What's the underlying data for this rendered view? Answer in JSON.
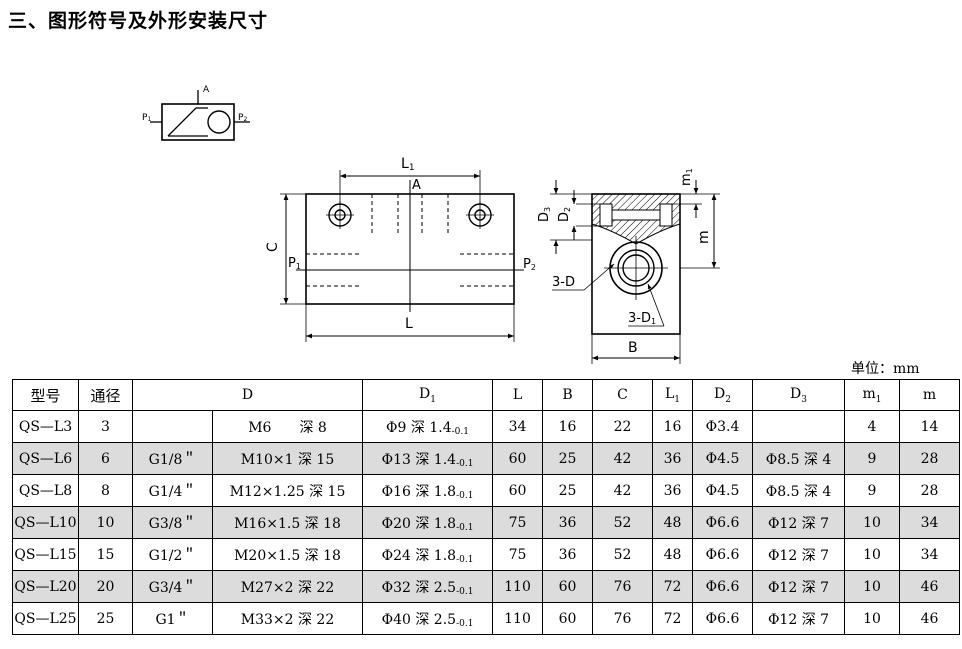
{
  "heading": "三、图形符号及外形安装尺寸",
  "unit": "单位：mm",
  "symbol_labels": {
    "a": "A",
    "p1": "P",
    "p1_sub": "1",
    "p2": "P",
    "p2_sub": "2"
  },
  "front_labels": {
    "l1": "L",
    "l1_sub": "1",
    "a": "A",
    "c": "C",
    "p1": "P",
    "p1_sub": "1",
    "p2": "P",
    "p2_sub": "2",
    "l": "L"
  },
  "side_labels": {
    "m1": "m",
    "m1_sub": "1",
    "d3": "D",
    "d3_sub": "3",
    "d2": "D",
    "d2_sub": "2",
    "m": "m",
    "d": "3-D",
    "d1": "3-D",
    "d1_sub": "1",
    "b": "B"
  },
  "table": {
    "headers": {
      "model": "型号",
      "bore": "通径",
      "d": "D",
      "d1": "D",
      "d1_sub": "1",
      "l": "L",
      "b": "B",
      "c": "C",
      "l1": "L",
      "l1_sub": "1",
      "d2": "D",
      "d2_sub": "2",
      "d3": "D",
      "d3_sub": "3",
      "m1": "m",
      "m1_sub": "1",
      "m": "m"
    },
    "rows": [
      {
        "model": "QS—L3",
        "bore": "3",
        "d_pipe": "",
        "d_thread": "M6　　深 8",
        "d1": "Φ9 深 1.4",
        "d1_tol": "-0.1",
        "l": "34",
        "b": "16",
        "c": "22",
        "l1": "16",
        "d2": "Φ3.4",
        "d3": "",
        "m1": "4",
        "m": "14"
      },
      {
        "model": "QS—L6",
        "bore": "6",
        "d_pipe": "G1/8＂",
        "d_thread": "M10×1 深 15",
        "d1": "Φ13 深 1.4",
        "d1_tol": "-0.1",
        "l": "60",
        "b": "25",
        "c": "42",
        "l1": "36",
        "d2": "Φ4.5",
        "d3": "Φ8.5 深 4",
        "m1": "9",
        "m": "28"
      },
      {
        "model": "QS—L8",
        "bore": "8",
        "d_pipe": "G1/4＂",
        "d_thread": "M12×1.25 深 15",
        "d1": "Φ16 深 1.8",
        "d1_tol": "-0.1",
        "l": "60",
        "b": "25",
        "c": "42",
        "l1": "36",
        "d2": "Φ4.5",
        "d3": "Φ8.5 深 4",
        "m1": "9",
        "m": "28"
      },
      {
        "model": "QS—L10",
        "bore": "10",
        "d_pipe": "G3/8＂",
        "d_thread": "M16×1.5 深 18",
        "d1": "Φ20 深 1.8",
        "d1_tol": "-0.1",
        "l": "75",
        "b": "36",
        "c": "52",
        "l1": "48",
        "d2": "Φ6.6",
        "d3": "Φ12 深 7",
        "m1": "10",
        "m": "34"
      },
      {
        "model": "QS—L15",
        "bore": "15",
        "d_pipe": "G1/2＂",
        "d_thread": "M20×1.5 深 18",
        "d1": "Φ24 深 1.8",
        "d1_tol": "-0.1",
        "l": "75",
        "b": "36",
        "c": "52",
        "l1": "48",
        "d2": "Φ6.6",
        "d3": "Φ12 深 7",
        "m1": "10",
        "m": "34"
      },
      {
        "model": "QS—L20",
        "bore": "20",
        "d_pipe": "G3/4＂",
        "d_thread": "M27×2 深 22",
        "d1": "Φ32 深 2.5",
        "d1_tol": "-0.1",
        "l": "110",
        "b": "60",
        "c": "76",
        "l1": "72",
        "d2": "Φ6.6",
        "d3": "Φ12 深 7",
        "m1": "10",
        "m": "46"
      },
      {
        "model": "QS—L25",
        "bore": "25",
        "d_pipe": "G1＂",
        "d_thread": "M33×2 深 22",
        "d1": "Φ40 深 2.5",
        "d1_tol": "-0.1",
        "l": "110",
        "b": "60",
        "c": "76",
        "l1": "72",
        "d2": "Φ6.6",
        "d3": "Φ12 深 7",
        "m1": "10",
        "m": "46"
      }
    ]
  }
}
